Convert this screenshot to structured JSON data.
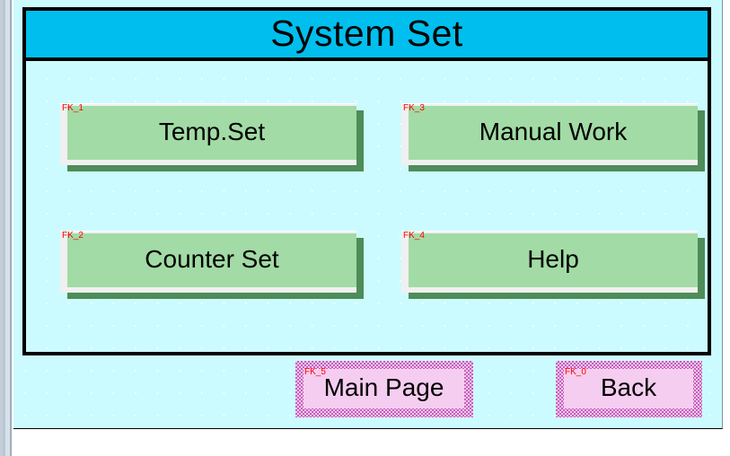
{
  "screen": {
    "title": "System Set",
    "background_color": "#ccfbff",
    "titlebar_color": "#00bfee",
    "panel_border_color": "#000000"
  },
  "function_keys": [
    {
      "tag": "FK_1",
      "label": "Temp.Set",
      "color": "#a2dba5"
    },
    {
      "tag": "FK_3",
      "label": "Manual Work",
      "color": "#a2dba5"
    },
    {
      "tag": "FK_2",
      "label": "Counter Set",
      "color": "#a2dba5"
    },
    {
      "tag": "FK_4",
      "label": "Help",
      "color": "#a2dba5"
    }
  ],
  "nav_keys": [
    {
      "tag": "FK_5",
      "label": "Main Page",
      "color": "#f5cdf0"
    },
    {
      "tag": "FK_0",
      "label": "Back",
      "color": "#f5cdf0"
    }
  ]
}
